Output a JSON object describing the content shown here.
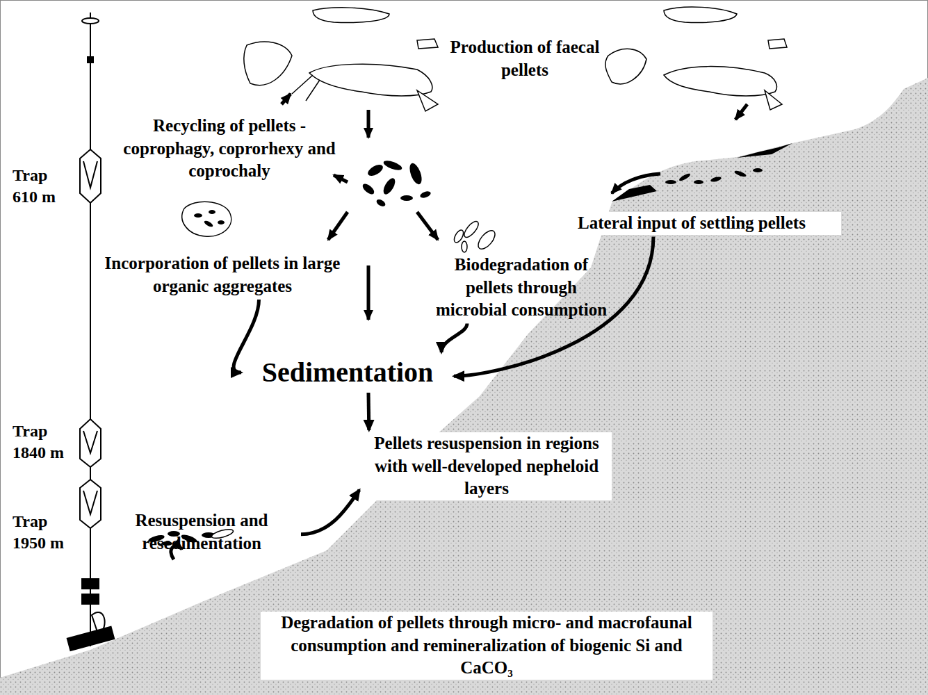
{
  "diagram": {
    "nodes": [
      {
        "text": [
          "Production of faecal pellets"
        ]
      },
      {
        "text": [
          "Recycling of pellets - coprophagy, coprorhexy and coprochaly"
        ]
      },
      {
        "text": [
          "Lateral input of settling pellets"
        ]
      },
      {
        "text": [
          "Incorporation of pellets in large organic aggregates"
        ]
      },
      {
        "text": [
          "Biodegradation of pellets through microbial consumption"
        ]
      },
      {
        "text": [
          "Sedimentation"
        ]
      },
      {
        "text": [
          "Pellets resuspension in regions with well-developed nepheloid layers"
        ]
      },
      {
        "text": [
          "Resuspension and resedimentation"
        ]
      },
      {
        "text": [
          "Degradation of pellets through micro- and macrofaunal consumption and remineralization of biogenic Si and CaCO₃"
        ]
      }
    ],
    "edges": [
      {
        "from": 3,
        "to": 5,
        "arrow": "to"
      },
      {
        "from": 4,
        "to": 5,
        "arrow": "to"
      },
      {
        "from": 2,
        "to": 5,
        "arrow": "to"
      },
      {
        "from": 5,
        "to": 6,
        "arrow": "to"
      },
      {
        "from": 7,
        "to": 6,
        "arrow": "to"
      }
    ],
    "labels": [
      "Trap 610 m",
      "Trap 1840 m",
      "Trap 1950 m"
    ]
  }
}
